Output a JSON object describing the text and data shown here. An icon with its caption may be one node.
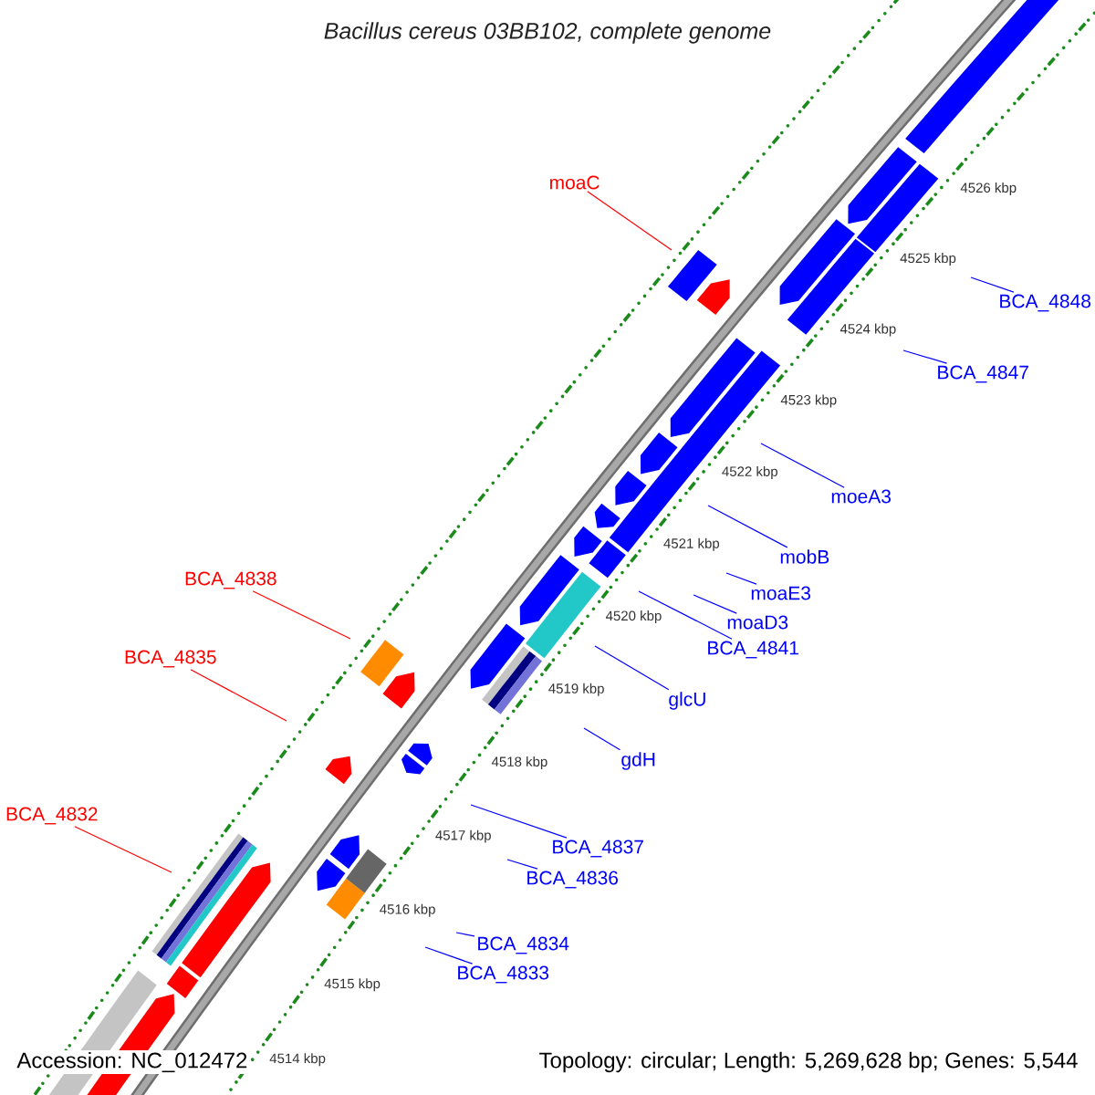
{
  "diagram": {
    "title": "Bacillus cereus 03BB102, complete genome",
    "nodes": [
      {
        "text": [
          "moaC"
        ]
      },
      {
        "text": [
          "BCA_4848"
        ]
      },
      {
        "text": [
          "BCA_4847"
        ]
      },
      {
        "text": [
          "moeA3"
        ]
      },
      {
        "text": [
          "mobB"
        ]
      },
      {
        "text": [
          "moaE3"
        ]
      },
      {
        "text": [
          "moaD3"
        ]
      },
      {
        "text": [
          "BCA_4838"
        ]
      },
      {
        "text": [
          "BCA_4841"
        ]
      },
      {
        "text": [
          "BCA_4835"
        ]
      },
      {
        "text": [
          "glcU"
        ]
      },
      {
        "text": [
          "gdH"
        ]
      },
      {
        "text": [
          "BCA_4832"
        ]
      },
      {
        "text": [
          "BCA_4837"
        ]
      },
      {
        "text": [
          "BCA_4836"
        ]
      },
      {
        "text": [
          "BCA_4834"
        ]
      },
      {
        "text": [
          "BCA_4833"
        ]
      }
    ],
    "edges": [
      {
        "from": 0,
        "to": null,
        "arrow": "none",
        "color": "#ff0000"
      },
      {
        "from": 1,
        "to": null,
        "arrow": "none"
      },
      {
        "from": 2,
        "to": null,
        "arrow": "none"
      },
      {
        "from": 3,
        "to": null,
        "arrow": "none"
      },
      {
        "from": 4,
        "to": null,
        "arrow": "none"
      },
      {
        "from": 5,
        "to": null,
        "arrow": "none"
      },
      {
        "from": 6,
        "to": null,
        "arrow": "none"
      },
      {
        "from": 7,
        "to": null,
        "arrow": "none",
        "color": "#ff0000"
      },
      {
        "from": 8,
        "to": null,
        "arrow": "none"
      },
      {
        "from": 9,
        "to": null,
        "arrow": "none",
        "color": "#ff0000"
      },
      {
        "from": 10,
        "to": null,
        "arrow": "none"
      },
      {
        "from": 11,
        "to": null,
        "arrow": "none"
      },
      {
        "from": 12,
        "to": null,
        "arrow": "none",
        "color": "#ff0000"
      },
      {
        "from": 13,
        "to": null,
        "arrow": "none"
      },
      {
        "from": 14,
        "to": null,
        "arrow": "none"
      },
      {
        "from": 15,
        "to": null,
        "arrow": "none"
      },
      {
        "from": 16,
        "to": null,
        "arrow": "none"
      }
    ],
    "labels": [
      "4526 kbp",
      "4525 kbp",
      "4524 kbp",
      "4523 kbp",
      "4522 kbp",
      "4521 kbp",
      "4520 kbp",
      "4519 kbp",
      "4518 kbp",
      "4517 kbp",
      "4516 kbp",
      "4515 kbp",
      "4514 kbp",
      "Accession: NC_012472",
      "Topology: circular; Length: 5,269,628 bp; Genes: 5,544"
    ]
  }
}
